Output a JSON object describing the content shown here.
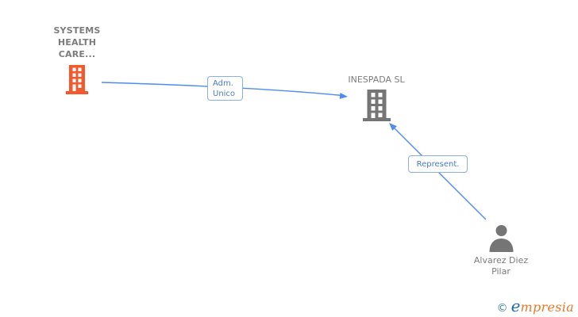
{
  "diagram": {
    "nodes": {
      "systems_health_care": {
        "type": "company",
        "name": "SYSTEMS HEALTH CARE...",
        "name_lines": [
          "SYSTEMS",
          "HEALTH",
          "CARE..."
        ],
        "icon": "building-icon",
        "icon_color": "#f4582d"
      },
      "inespada": {
        "type": "company",
        "name": "INESPADA SL",
        "icon": "building-icon",
        "icon_color": "#757575"
      },
      "alvarez_diez_pilar": {
        "type": "person",
        "name": "Alvarez Diez Pilar",
        "name_lines": [
          "Alvarez Diez",
          "Pilar"
        ],
        "icon": "person-icon",
        "icon_color": "#757575"
      }
    },
    "edges": [
      {
        "id": "adm-unico",
        "label": "Adm. Unico",
        "label_lines": [
          "Adm.",
          "Unico"
        ],
        "from": "SYSTEMS HEALTH CARE...",
        "to": "INESPADA SL"
      },
      {
        "id": "represent",
        "label": "Represent.",
        "from": "Alvarez Diez Pilar",
        "to": "INESPADA SL"
      }
    ]
  },
  "footer": {
    "copyright_symbol": "©",
    "brand_initial": "e",
    "brand_rest": "mpresia",
    "brand_name": "empresia"
  },
  "colors": {
    "edge_blue": "#4f8bf0",
    "badge_border_blue": "#8aaee6",
    "badge_text_blue": "#4a7cc7",
    "company_orange": "#f4582d",
    "neutral_gray": "#757575",
    "text_gray": "#7c7c7c",
    "brand_teal": "#2f7e95",
    "brand_blue": "#1d6ab8",
    "brand_orange": "#e8782a"
  }
}
